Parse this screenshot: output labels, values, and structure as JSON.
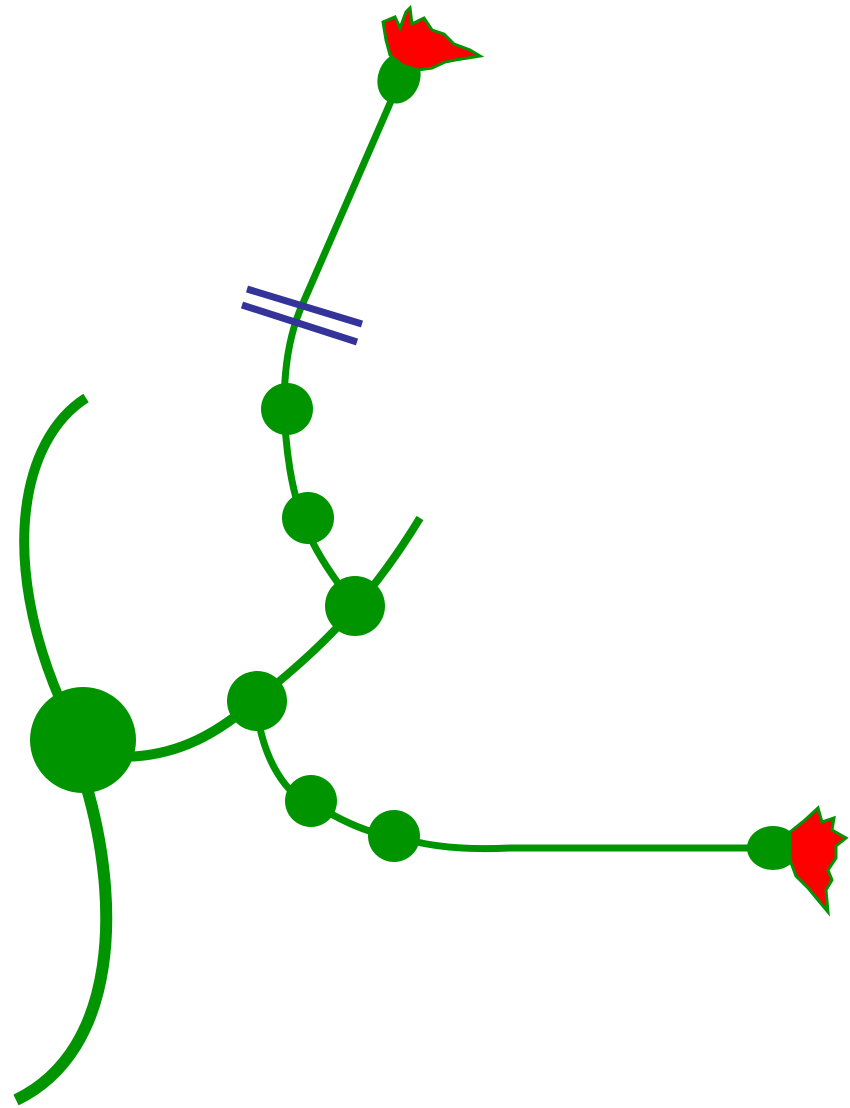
{
  "diagram": {
    "description_none": "",
    "colors": {
      "stem": "#009400",
      "flower": "#ff0000",
      "cut_mark": "#333399",
      "background": "#ffffff"
    },
    "elements": {
      "main_node": "large-node",
      "stems": [
        "upper-left-stem",
        "lower-stem",
        "branch-stem",
        "upper-branch-stem",
        "flower-stem-top",
        "flower-stem-right",
        "right-arm-stem"
      ],
      "cut_mark": "double-line-cut",
      "flowers": [
        "flower-top",
        "flower-right"
      ]
    }
  }
}
